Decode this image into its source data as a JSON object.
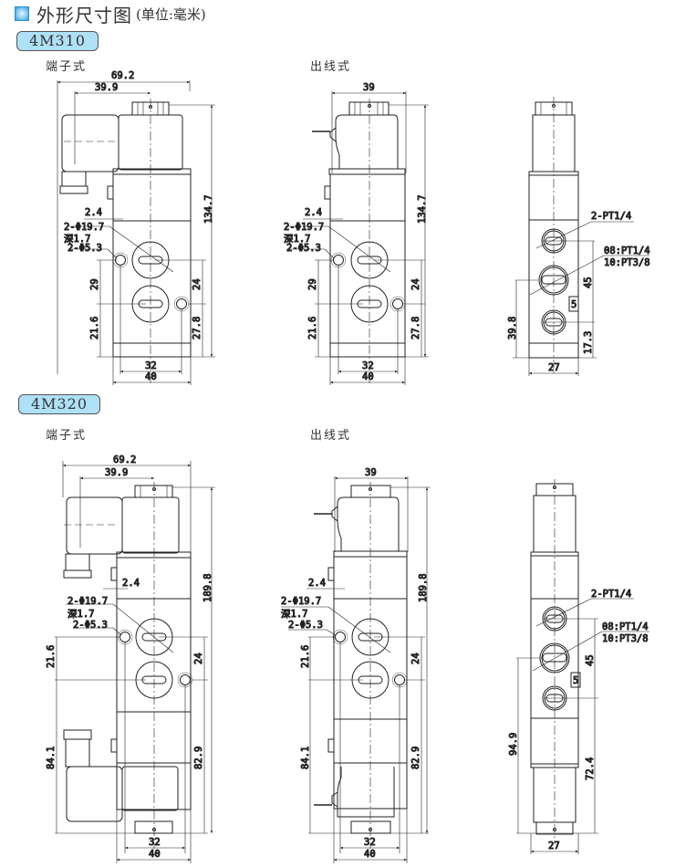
{
  "header": {
    "icon": "blue-square-icon",
    "title": "外形尺寸图",
    "unit": "(单位:毫米)"
  },
  "sections": [
    {
      "model": "4M310",
      "views": [
        {
          "label": "端子式",
          "dims": {
            "overall_width": "69.2",
            "coil_offset": "39.9",
            "height": "134.7",
            "step": "2.4",
            "port_dia": "2-Φ19.7",
            "depth": "深1.7",
            "mount_hole": "2-Φ5.3",
            "left_upper": "29",
            "left_lower": "21.6",
            "right_upper": "24",
            "right_lower": "27.8",
            "inner_width": "32",
            "body_width": "40"
          }
        },
        {
          "label": "出线式",
          "dims": {
            "coil_width": "39",
            "height": "134.7",
            "step": "2.4",
            "port_dia": "2-Φ19.7",
            "depth": "深1.7",
            "mount_hole": "2-Φ5.3",
            "left_upper": "29",
            "left_lower": "21.6",
            "right_upper": "24",
            "right_lower": "27.8",
            "inner_width": "32",
            "body_width": "40"
          }
        },
        {
          "label": "",
          "dims": {
            "port_a": "2-PT1/4",
            "port_b1": "08:PT1/4",
            "port_b2": "10:PT3/8",
            "spacing": "45",
            "left_height": "39.8",
            "right_lower": "17.3",
            "width": "27",
            "mark": "5"
          }
        }
      ]
    },
    {
      "model": "4M320",
      "views": [
        {
          "label": "端子式",
          "dims": {
            "overall_width": "69.2",
            "coil_offset": "39.9",
            "height": "189.8",
            "step": "2.4",
            "port_dia": "2-Φ19.7",
            "depth": "深1.7",
            "mount_hole": "2-Φ5.3",
            "left_upper": "21.6",
            "left_lower": "84.1",
            "right_upper": "24",
            "right_lower": "82.9",
            "inner_width": "32",
            "body_width": "40"
          }
        },
        {
          "label": "出线式",
          "dims": {
            "coil_width": "39",
            "height": "189.8",
            "step": "2.4",
            "port_dia": "2-Φ19.7",
            "depth": "深1.7",
            "mount_hole": "2-Φ5.3",
            "left_upper": "21.6",
            "left_lower": "84.1",
            "right_upper": "24",
            "right_lower": "82.9",
            "inner_width": "32",
            "body_width": "40"
          }
        },
        {
          "label": "",
          "dims": {
            "port_a": "2-PT1/4",
            "port_b1": "08:PT1/4",
            "port_b2": "10:PT3/8",
            "spacing": "45",
            "left_height": "94.9",
            "right_lower": "72.4",
            "width": "27",
            "mark": "5"
          }
        }
      ]
    }
  ]
}
